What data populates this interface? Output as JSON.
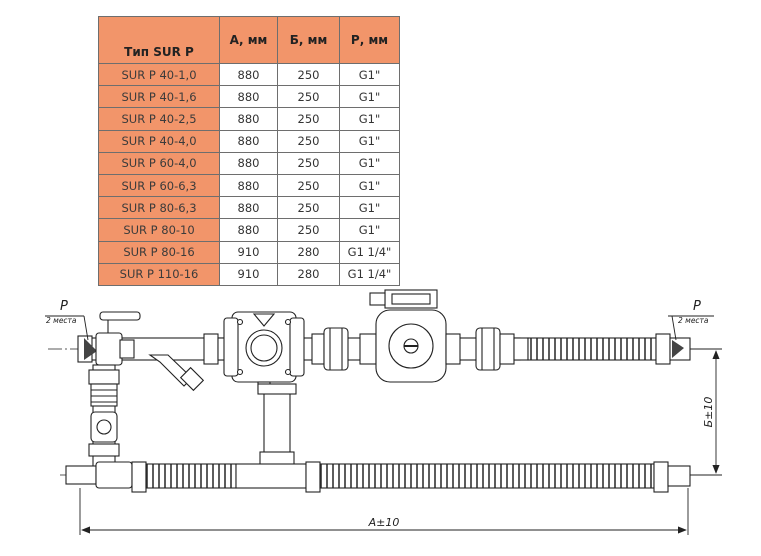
{
  "table": {
    "headers": [
      "Тип SUR P",
      "А, мм",
      "Б, мм",
      "Р, мм"
    ],
    "rows": [
      [
        "SUR P 40-1,0",
        "880",
        "250",
        "G1\""
      ],
      [
        "SUR P 40-1,6",
        "880",
        "250",
        "G1\""
      ],
      [
        "SUR P 40-2,5",
        "880",
        "250",
        "G1\""
      ],
      [
        "SUR P 40-4,0",
        "880",
        "250",
        "G1\""
      ],
      [
        "SUR P 60-4,0",
        "880",
        "250",
        "G1\""
      ],
      [
        "SUR P 60-6,3",
        "880",
        "250",
        "G1\""
      ],
      [
        "SUR P 80-6,3",
        "880",
        "250",
        "G1\""
      ],
      [
        "SUR P 80-10",
        "880",
        "250",
        "G1\""
      ],
      [
        "SUR P 80-16",
        "910",
        "280",
        "G1 1/4\""
      ],
      [
        "SUR P 110-16",
        "910",
        "280",
        "G1 1/4\""
      ]
    ]
  },
  "drawing": {
    "left_port_label": "P",
    "left_port_note": "2 места",
    "right_port_label": "P",
    "right_port_note": "2 места",
    "dim_height_label": "Б±10",
    "dim_width_label": "А±10"
  },
  "colors": {
    "header_fill": "#f2956a",
    "line": "#222222"
  }
}
